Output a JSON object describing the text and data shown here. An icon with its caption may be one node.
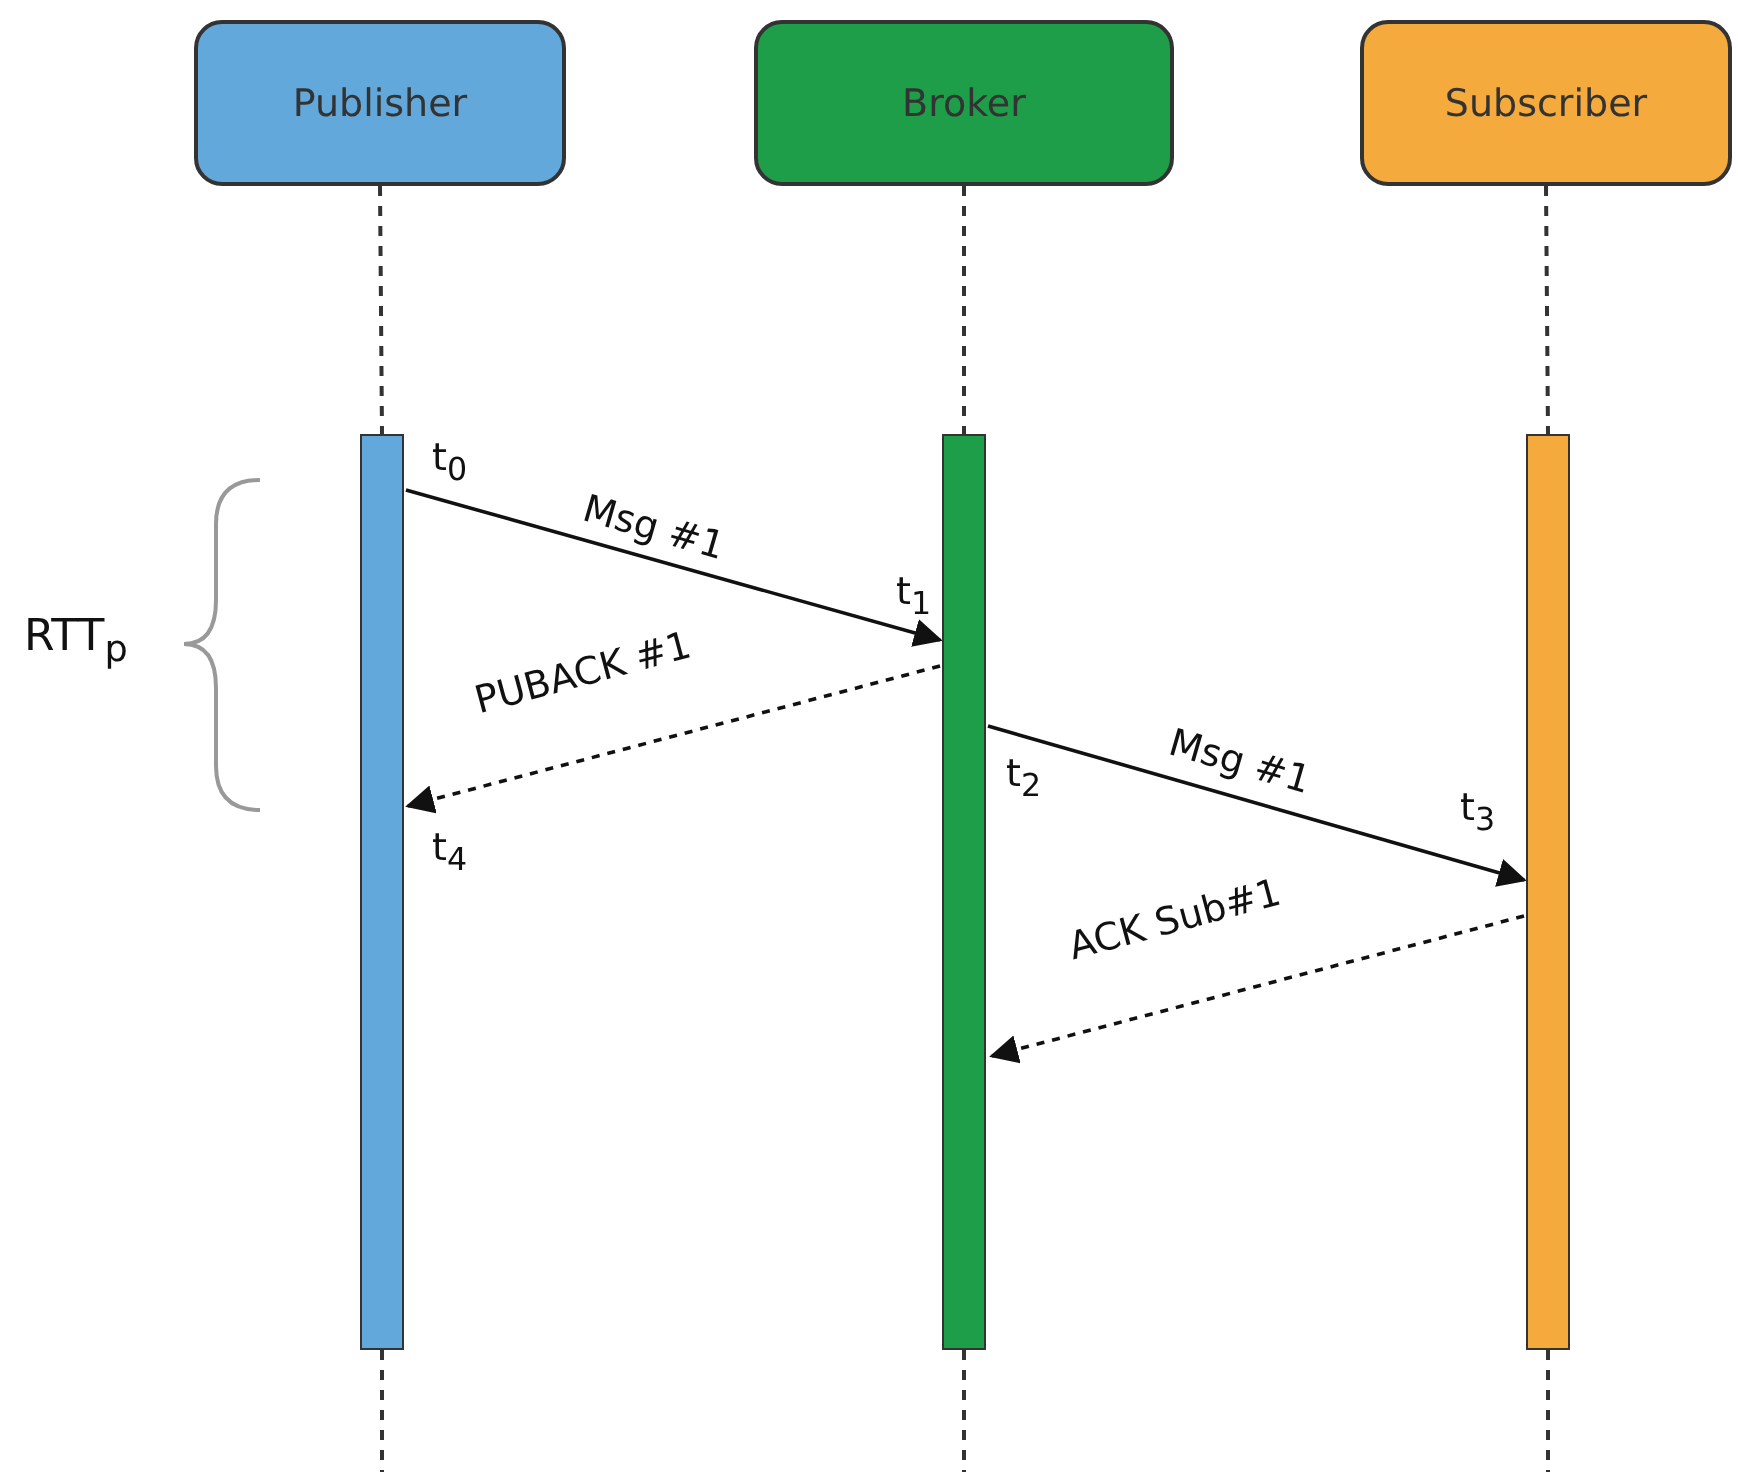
{
  "diagram": {
    "nodes": [
      {
        "text": [
          "Publisher"
        ]
      },
      {
        "text": [
          "Broker"
        ]
      },
      {
        "text": [
          "Subscriber"
        ]
      },
      {
        "text": [],
        "shape": "bar"
      },
      {
        "text": [],
        "shape": "bar"
      },
      {
        "text": [],
        "shape": "bar"
      }
    ],
    "edges": [
      {
        "from": 0,
        "to": 3,
        "arrow": "none",
        "style": "dashed"
      },
      {
        "from": 1,
        "to": 4,
        "arrow": "none",
        "style": "dashed"
      },
      {
        "from": 2,
        "to": 5,
        "arrow": "none",
        "style": "dashed"
      },
      {
        "from": 3,
        "to": 4,
        "arrow": "to",
        "label": "Msg #1"
      },
      {
        "from": 4,
        "to": 3,
        "arrow": "to",
        "label": "PUBACK #1",
        "style": "dashed"
      },
      {
        "from": 4,
        "to": 5,
        "arrow": "to",
        "label": "Msg #1"
      },
      {
        "from": 5,
        "to": 4,
        "arrow": "to",
        "label": "ACK Sub#1",
        "style": "dashed"
      }
    ],
    "labels": [
      "t$_{0}$",
      "t$_{1}$",
      "RTT$_{p}$",
      "t$_{2}$",
      "t$_{3}$",
      "t$_{4}$"
    ]
  }
}
